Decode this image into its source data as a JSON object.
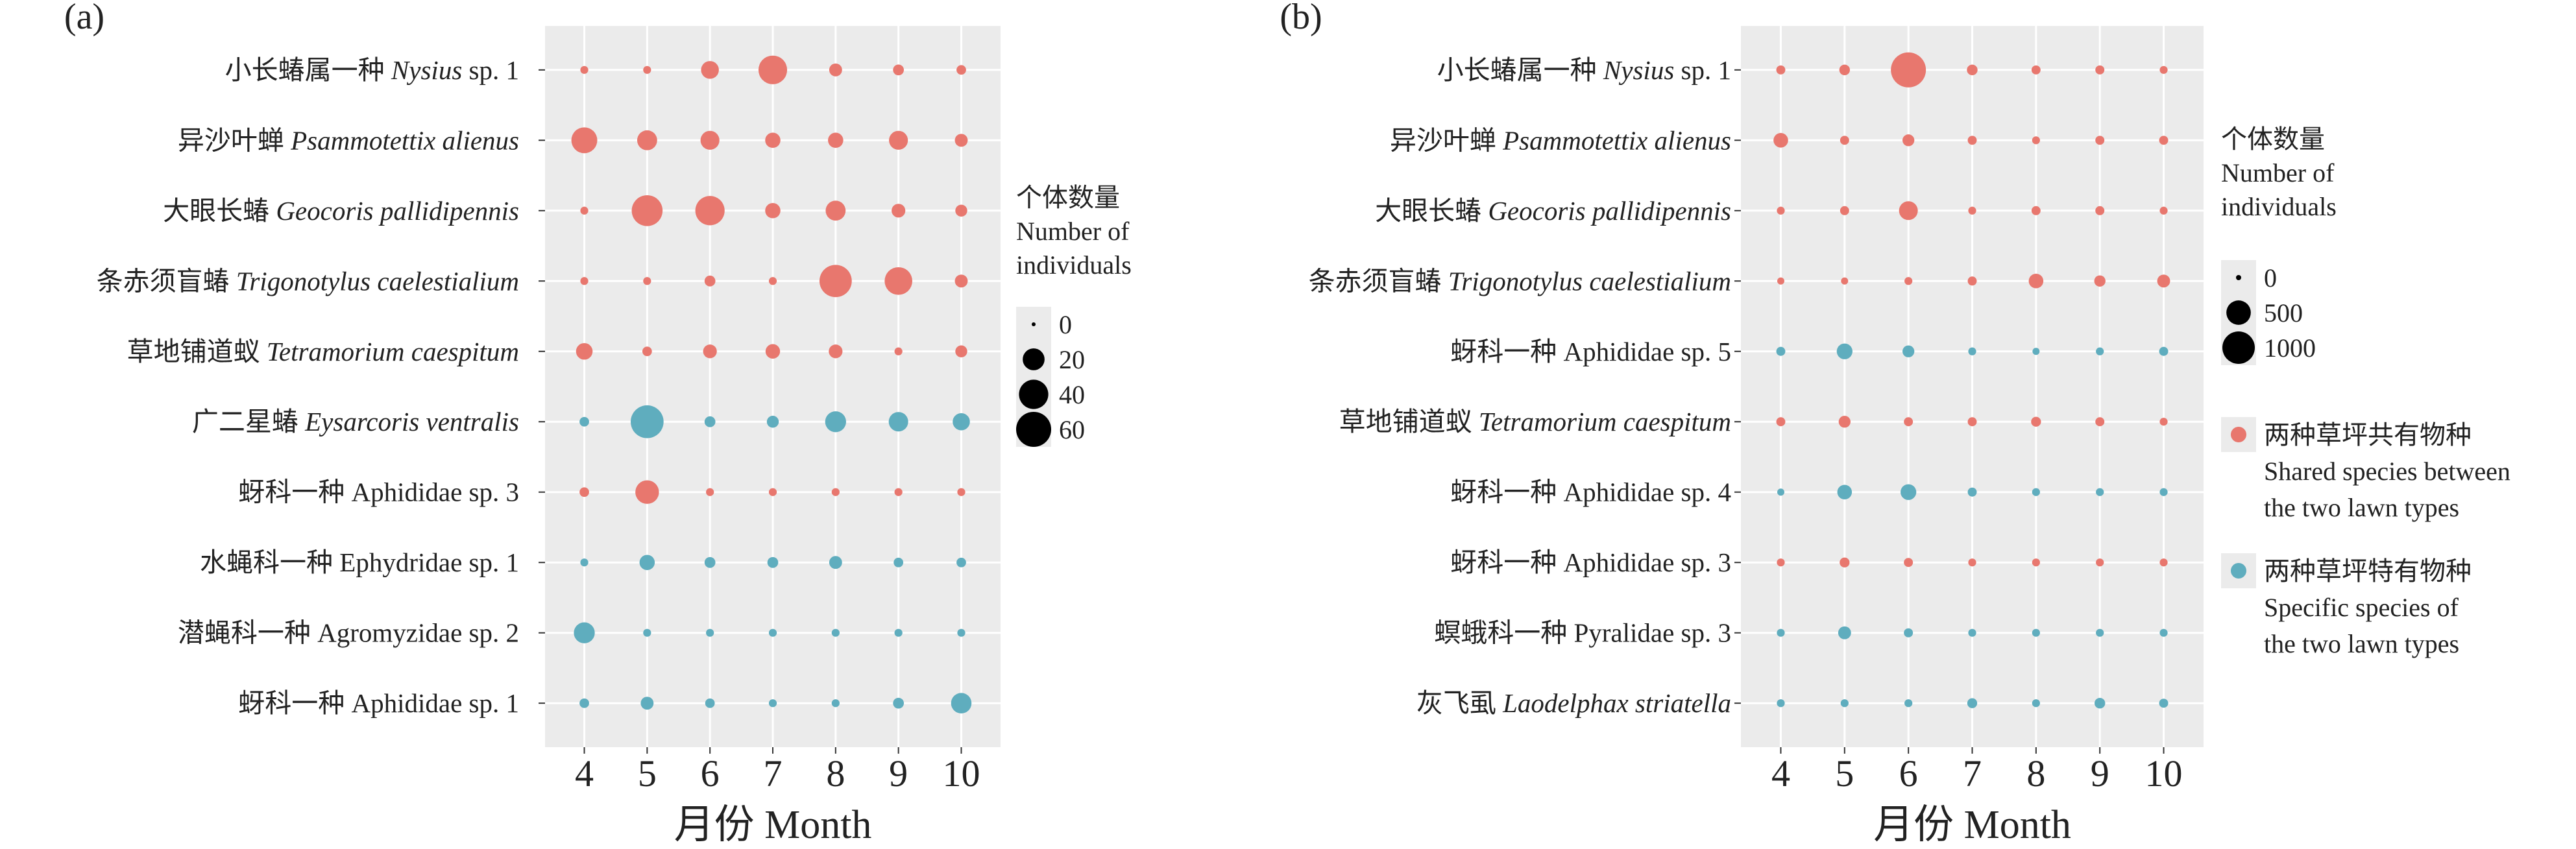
{
  "colors": {
    "shared": "#E8776E",
    "specific": "#5FADBE",
    "panel_bg": "#EBEBEB",
    "grid": "#FFFFFF"
  },
  "chart_data": [
    {
      "panel_label": "(a)",
      "type": "scatter",
      "subtype": "bubble",
      "xlabel": "月份 Month",
      "x": [
        4,
        5,
        6,
        7,
        8,
        9,
        10
      ],
      "categories": [
        {
          "cn": "小长蝽属一种",
          "latin": "Nysius",
          "suffix": " sp. 1",
          "group": "shared"
        },
        {
          "cn": "异沙叶蝉",
          "latin": "Psammotettix alienus",
          "suffix": "",
          "group": "shared"
        },
        {
          "cn": "大眼长蝽",
          "latin": "Geocoris pallidipennis",
          "suffix": "",
          "group": "shared"
        },
        {
          "cn": "条赤须盲蝽",
          "latin": "Trigonotylus caelestialium",
          "suffix": "",
          "group": "shared"
        },
        {
          "cn": "草地铺道蚁",
          "latin": "Tetramorium caespitum",
          "suffix": "",
          "group": "shared"
        },
        {
          "cn": "广二星蝽",
          "latin": "Eysarcoris ventralis",
          "suffix": "",
          "group": "specific"
        },
        {
          "cn": "蚜科一种",
          "latin": "",
          "suffix": "Aphididae sp. 3",
          "group": "shared"
        },
        {
          "cn": "水蝇科一种",
          "latin": "",
          "suffix": "Ephydridae sp. 1",
          "group": "specific"
        },
        {
          "cn": "潜蝇科一种",
          "latin": "",
          "suffix": "Agromyzidae sp. 2",
          "group": "specific"
        },
        {
          "cn": "蚜科一种",
          "latin": "",
          "suffix": "Aphididae sp. 1",
          "group": "specific"
        }
      ],
      "values": [
        [
          1,
          1,
          12,
          38,
          5,
          3,
          2
        ],
        [
          30,
          16,
          14,
          8,
          8,
          14,
          5
        ],
        [
          1,
          45,
          40,
          8,
          16,
          6,
          4
        ],
        [
          1,
          1,
          3,
          1,
          50,
          35,
          5
        ],
        [
          10,
          2,
          6,
          7,
          6,
          1,
          4
        ],
        [
          2,
          52,
          3,
          4,
          18,
          15,
          11
        ],
        [
          2,
          24,
          1,
          1,
          1,
          1,
          1
        ],
        [
          1,
          8,
          3,
          3,
          5,
          2,
          2
        ],
        [
          18,
          1,
          1,
          1,
          1,
          1,
          1
        ],
        [
          2,
          5,
          2,
          1,
          1,
          3,
          17
        ]
      ],
      "size_legend": {
        "title_cn": "个体数量",
        "title_en": [
          "Number of",
          "individuals"
        ],
        "breaks": [
          0,
          20,
          40,
          60
        ],
        "labels": [
          "0",
          "20",
          "40",
          "60"
        ],
        "max": 60
      }
    },
    {
      "panel_label": "(b)",
      "type": "scatter",
      "subtype": "bubble",
      "xlabel": "月份 Month",
      "x": [
        4,
        5,
        6,
        7,
        8,
        9,
        10
      ],
      "categories": [
        {
          "cn": "小长蝽属一种",
          "latin": "Nysius",
          "suffix": " sp. 1",
          "group": "shared"
        },
        {
          "cn": "异沙叶蝉",
          "latin": "Psammotettix alienus",
          "suffix": "",
          "group": "shared"
        },
        {
          "cn": "大眼长蝽",
          "latin": "Geocoris pallidipennis",
          "suffix": "",
          "group": "shared"
        },
        {
          "cn": "条赤须盲蝽",
          "latin": "Trigonotylus caelestialium",
          "suffix": "",
          "group": "shared"
        },
        {
          "cn": "蚜科一种",
          "latin": "",
          "suffix": "Aphididae sp. 5",
          "group": "specific"
        },
        {
          "cn": "草地铺道蚁",
          "latin": "Tetramorium caespitum",
          "suffix": "",
          "group": "shared"
        },
        {
          "cn": "蚜科一种",
          "latin": "",
          "suffix": "Aphididae sp. 4",
          "group": "specific"
        },
        {
          "cn": "蚜科一种",
          "latin": "",
          "suffix": "Aphididae sp. 3",
          "group": "shared"
        },
        {
          "cn": "螟蛾科一种",
          "latin": "",
          "suffix": "Pyralidae sp. 3",
          "group": "specific"
        },
        {
          "cn": "灰飞虱",
          "latin": "Laodelphax striatella",
          "suffix": "",
          "group": "specific"
        }
      ],
      "values": [
        [
          20,
          40,
          1200,
          40,
          20,
          20,
          10
        ],
        [
          120,
          20,
          60,
          20,
          10,
          20,
          20
        ],
        [
          10,
          20,
          250,
          10,
          20,
          20,
          10
        ],
        [
          5,
          5,
          10,
          20,
          120,
          50,
          80
        ],
        [
          20,
          150,
          60,
          10,
          5,
          10,
          20
        ],
        [
          20,
          60,
          20,
          20,
          30,
          20,
          10
        ],
        [
          5,
          120,
          150,
          20,
          10,
          10,
          10
        ],
        [
          10,
          30,
          20,
          10,
          10,
          10,
          10
        ],
        [
          10,
          80,
          20,
          10,
          10,
          10,
          10
        ],
        [
          10,
          10,
          10,
          30,
          10,
          40,
          20
        ]
      ],
      "size_legend": {
        "title_cn": "个体数量",
        "title_en": [
          "Number of",
          "individuals"
        ],
        "breaks": [
          0,
          500,
          1000
        ],
        "labels": [
          "0",
          "500",
          "1000"
        ],
        "max": 1200
      },
      "color_legend": [
        {
          "key": "shared",
          "cn": "两种草坪共有物种",
          "en": [
            "Shared species between",
            "the two lawn types"
          ]
        },
        {
          "key": "specific",
          "cn": "两种草坪特有物种",
          "en": [
            "Specific species of",
            "the two lawn types"
          ]
        }
      ]
    }
  ]
}
